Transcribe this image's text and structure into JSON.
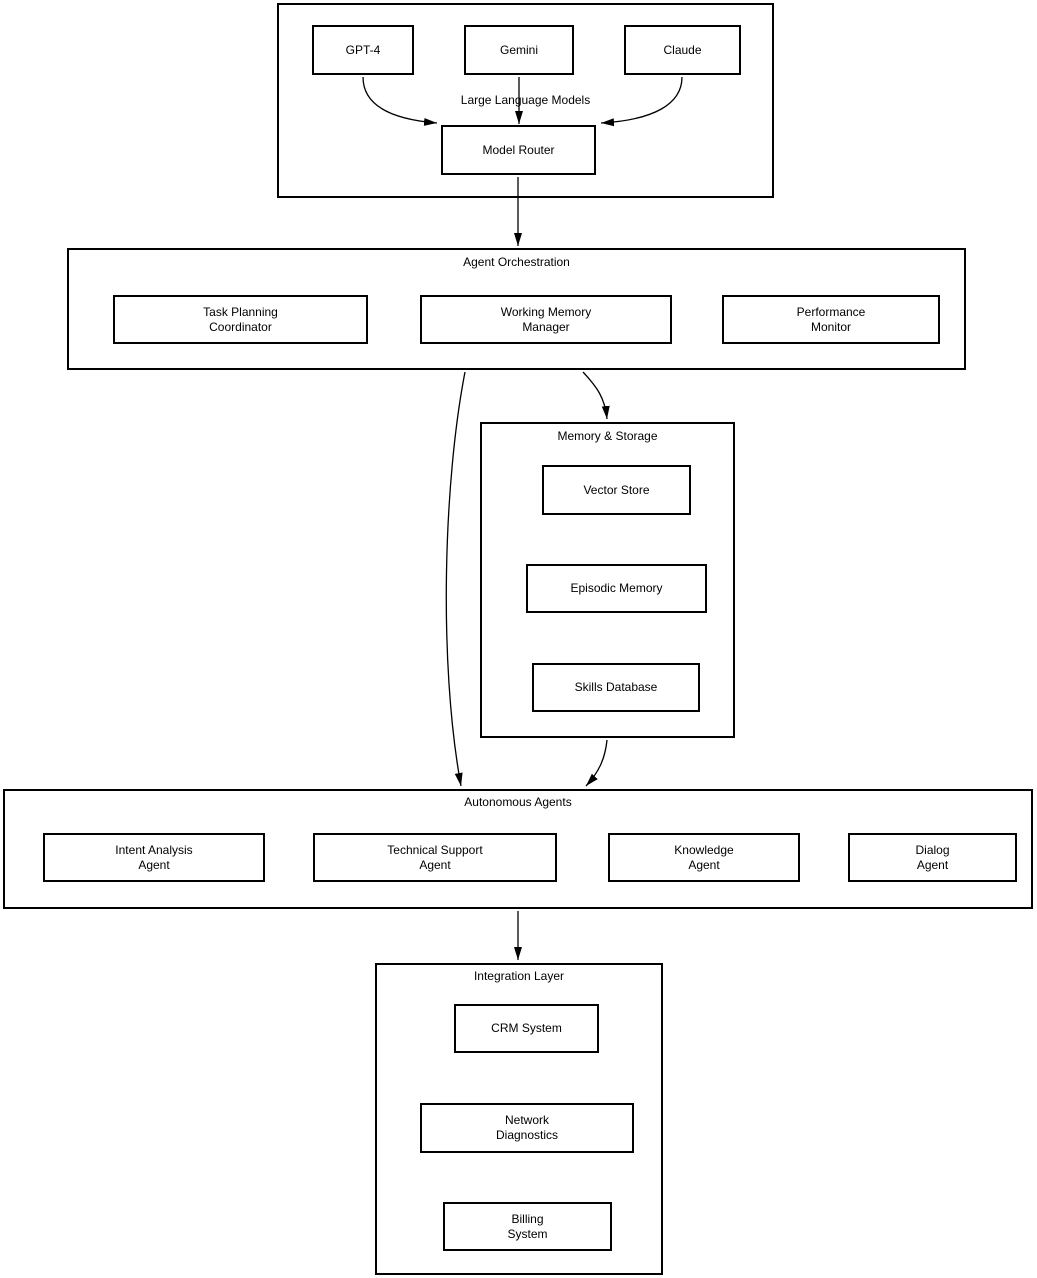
{
  "diagram": {
    "colors": {
      "stroke": "#000000",
      "text": "#000000",
      "node_fill": "#ffffff",
      "background": "#ffffff"
    },
    "llm": {
      "title": "Large Language Models",
      "nodes": {
        "gpt4": "GPT-4",
        "gemini": "Gemini",
        "claude": "Claude",
        "router": "Model Router"
      }
    },
    "orchestration": {
      "title": "Agent Orchestration",
      "nodes": {
        "task_planning": "Task Planning\nCoordinator",
        "working_memory": "Working Memory\nManager",
        "performance": "Performance\nMonitor"
      }
    },
    "memory": {
      "title": "Memory & Storage",
      "nodes": {
        "vector": "Vector Store",
        "episodic": "Episodic Memory",
        "skills": "Skills Database"
      }
    },
    "agents": {
      "title": "Autonomous Agents",
      "nodes": {
        "intent": "Intent Analysis\nAgent",
        "technical": "Technical Support\nAgent",
        "knowledge": "Knowledge\nAgent",
        "dialog": "Dialog\nAgent"
      }
    },
    "integration": {
      "title": "Integration Layer",
      "nodes": {
        "crm": "CRM System",
        "network": "Network\nDiagnostics",
        "billing": "Billing\nSystem"
      }
    }
  }
}
